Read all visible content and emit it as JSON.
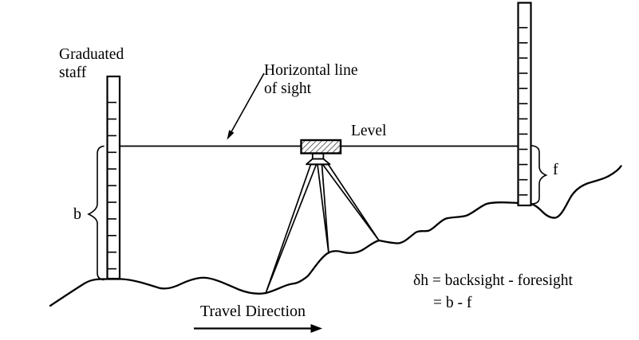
{
  "figure": {
    "type": "surveying-levelling-diagram",
    "background_color": "#ffffff",
    "line_color": "#000000",
    "labels": {
      "graduated_staff": "Graduated\nstaff",
      "horizontal_line_of_sight": "Horizontal line\nof sight",
      "level": "Level",
      "backsight": "b",
      "foresight": "f",
      "travel_direction": "Travel Direction",
      "equation_line1": "δh = backsight - foresight",
      "equation_line2": "= b - f"
    },
    "icons": [
      {
        "name": "level-instrument-icon",
        "style": "hatched-box-on-tripod"
      },
      {
        "name": "travel-direction-arrow-icon",
        "style": "right-filled-arrow"
      },
      {
        "name": "sight-pointer-arrow-icon",
        "style": "thin-arrow-down-left"
      }
    ]
  }
}
